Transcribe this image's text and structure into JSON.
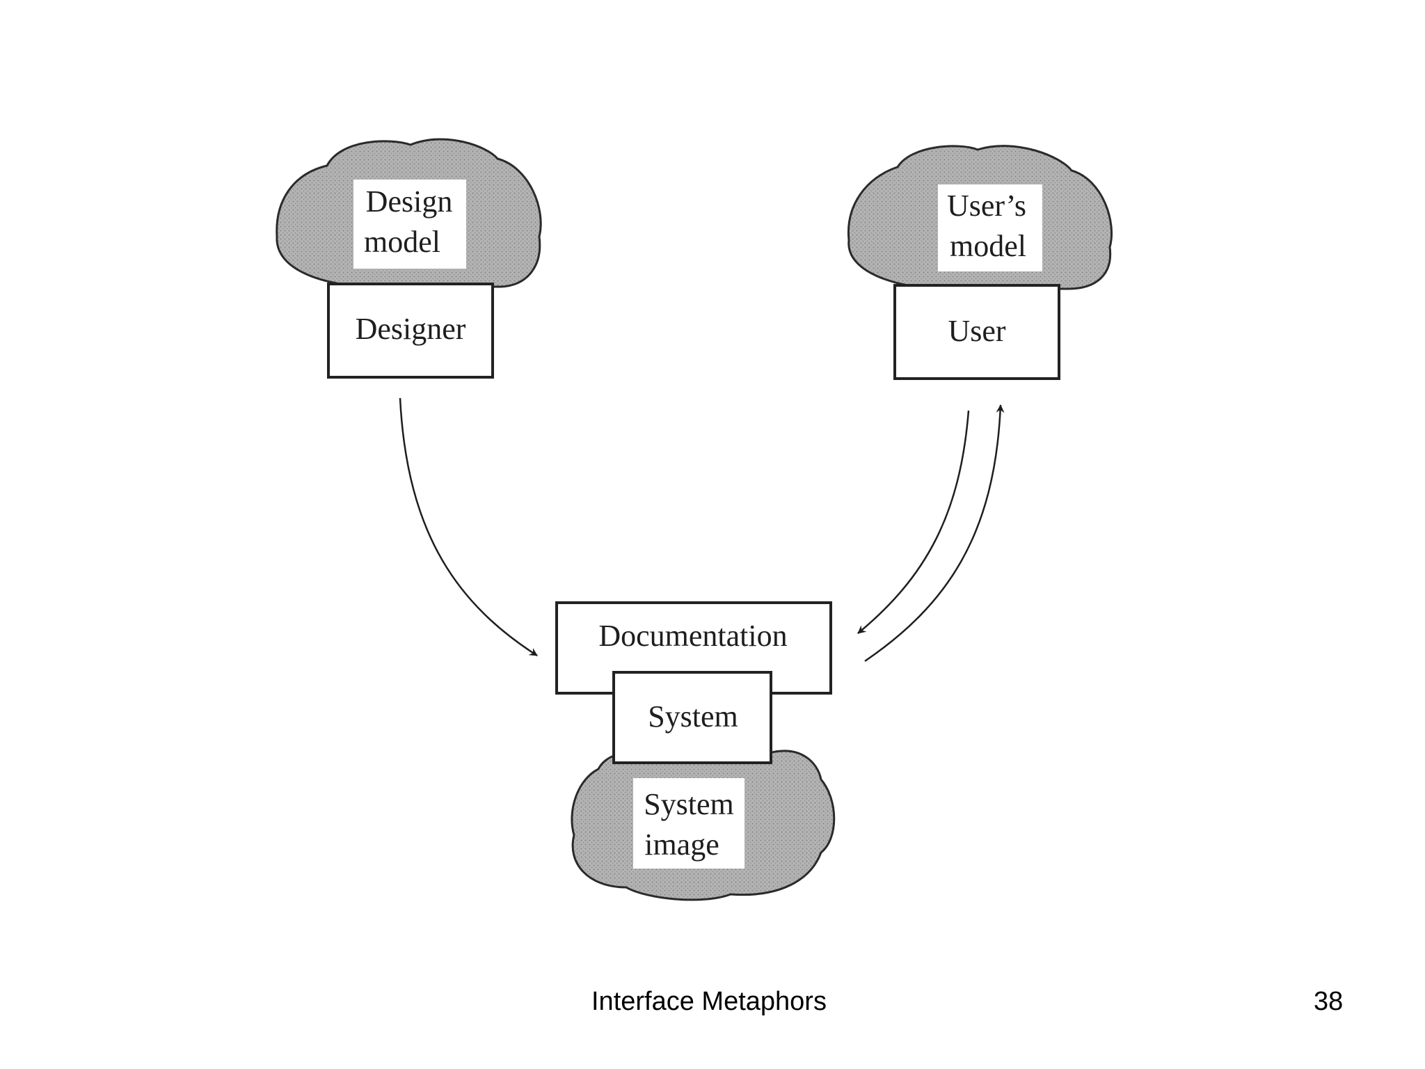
{
  "nodes": {
    "design_model": {
      "line1": "Design",
      "line2": "model"
    },
    "designer": {
      "label": "Designer"
    },
    "users_model": {
      "line1": "User’s",
      "line2": "model"
    },
    "user": {
      "label": "User"
    },
    "documentation": {
      "label": "Documentation"
    },
    "system": {
      "label": "System"
    },
    "system_image": {
      "line1": "System",
      "line2": "image"
    }
  },
  "footer": {
    "title": "Interface Metaphors",
    "page_number": "38"
  },
  "colors": {
    "ink": "#1e1e1e",
    "cloud_fill": "#b4b4b4",
    "cloud_dots": "#8a8a8a",
    "box_fill": "#ffffff",
    "background": "#ffffff"
  }
}
